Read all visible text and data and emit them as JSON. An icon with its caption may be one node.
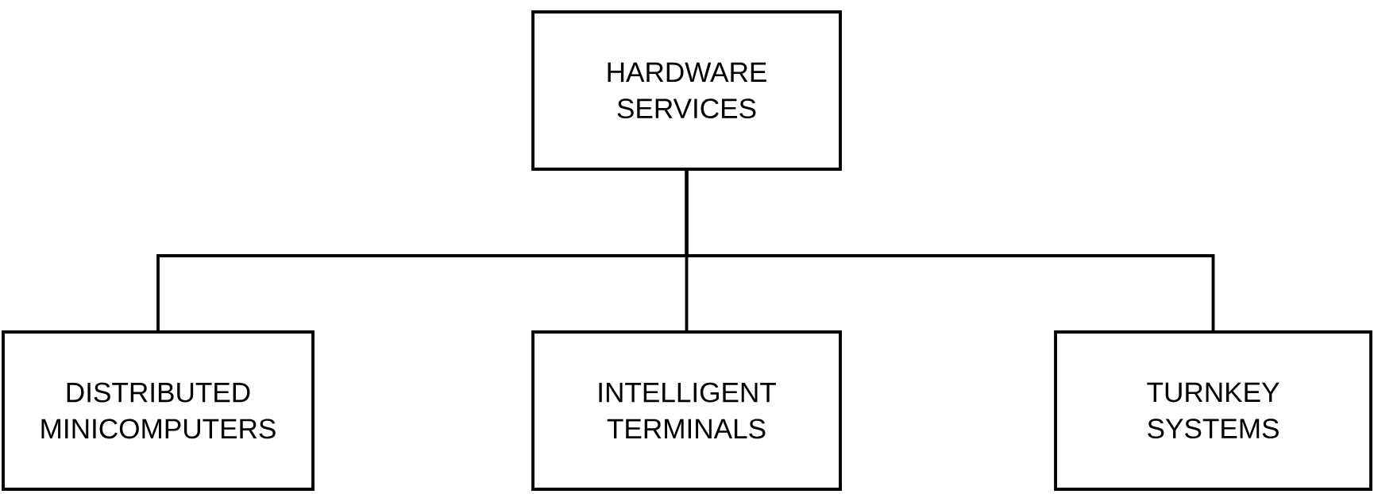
{
  "diagram": {
    "nodes": [
      {
        "text": [
          "HARDWARE SERVICES"
        ]
      },
      {
        "text": [
          "DISTRIBUTED MINICOMPUTERS"
        ]
      },
      {
        "text": [
          "INTELLIGENT TERMINALS"
        ]
      },
      {
        "text": [
          "TURNKEY SYSTEMS"
        ]
      }
    ],
    "edges": [
      {
        "from": 0,
        "to": 1,
        "arrow": "none"
      },
      {
        "from": 0,
        "to": 2,
        "arrow": "none"
      },
      {
        "from": 0,
        "to": 3,
        "arrow": "none"
      }
    ]
  }
}
